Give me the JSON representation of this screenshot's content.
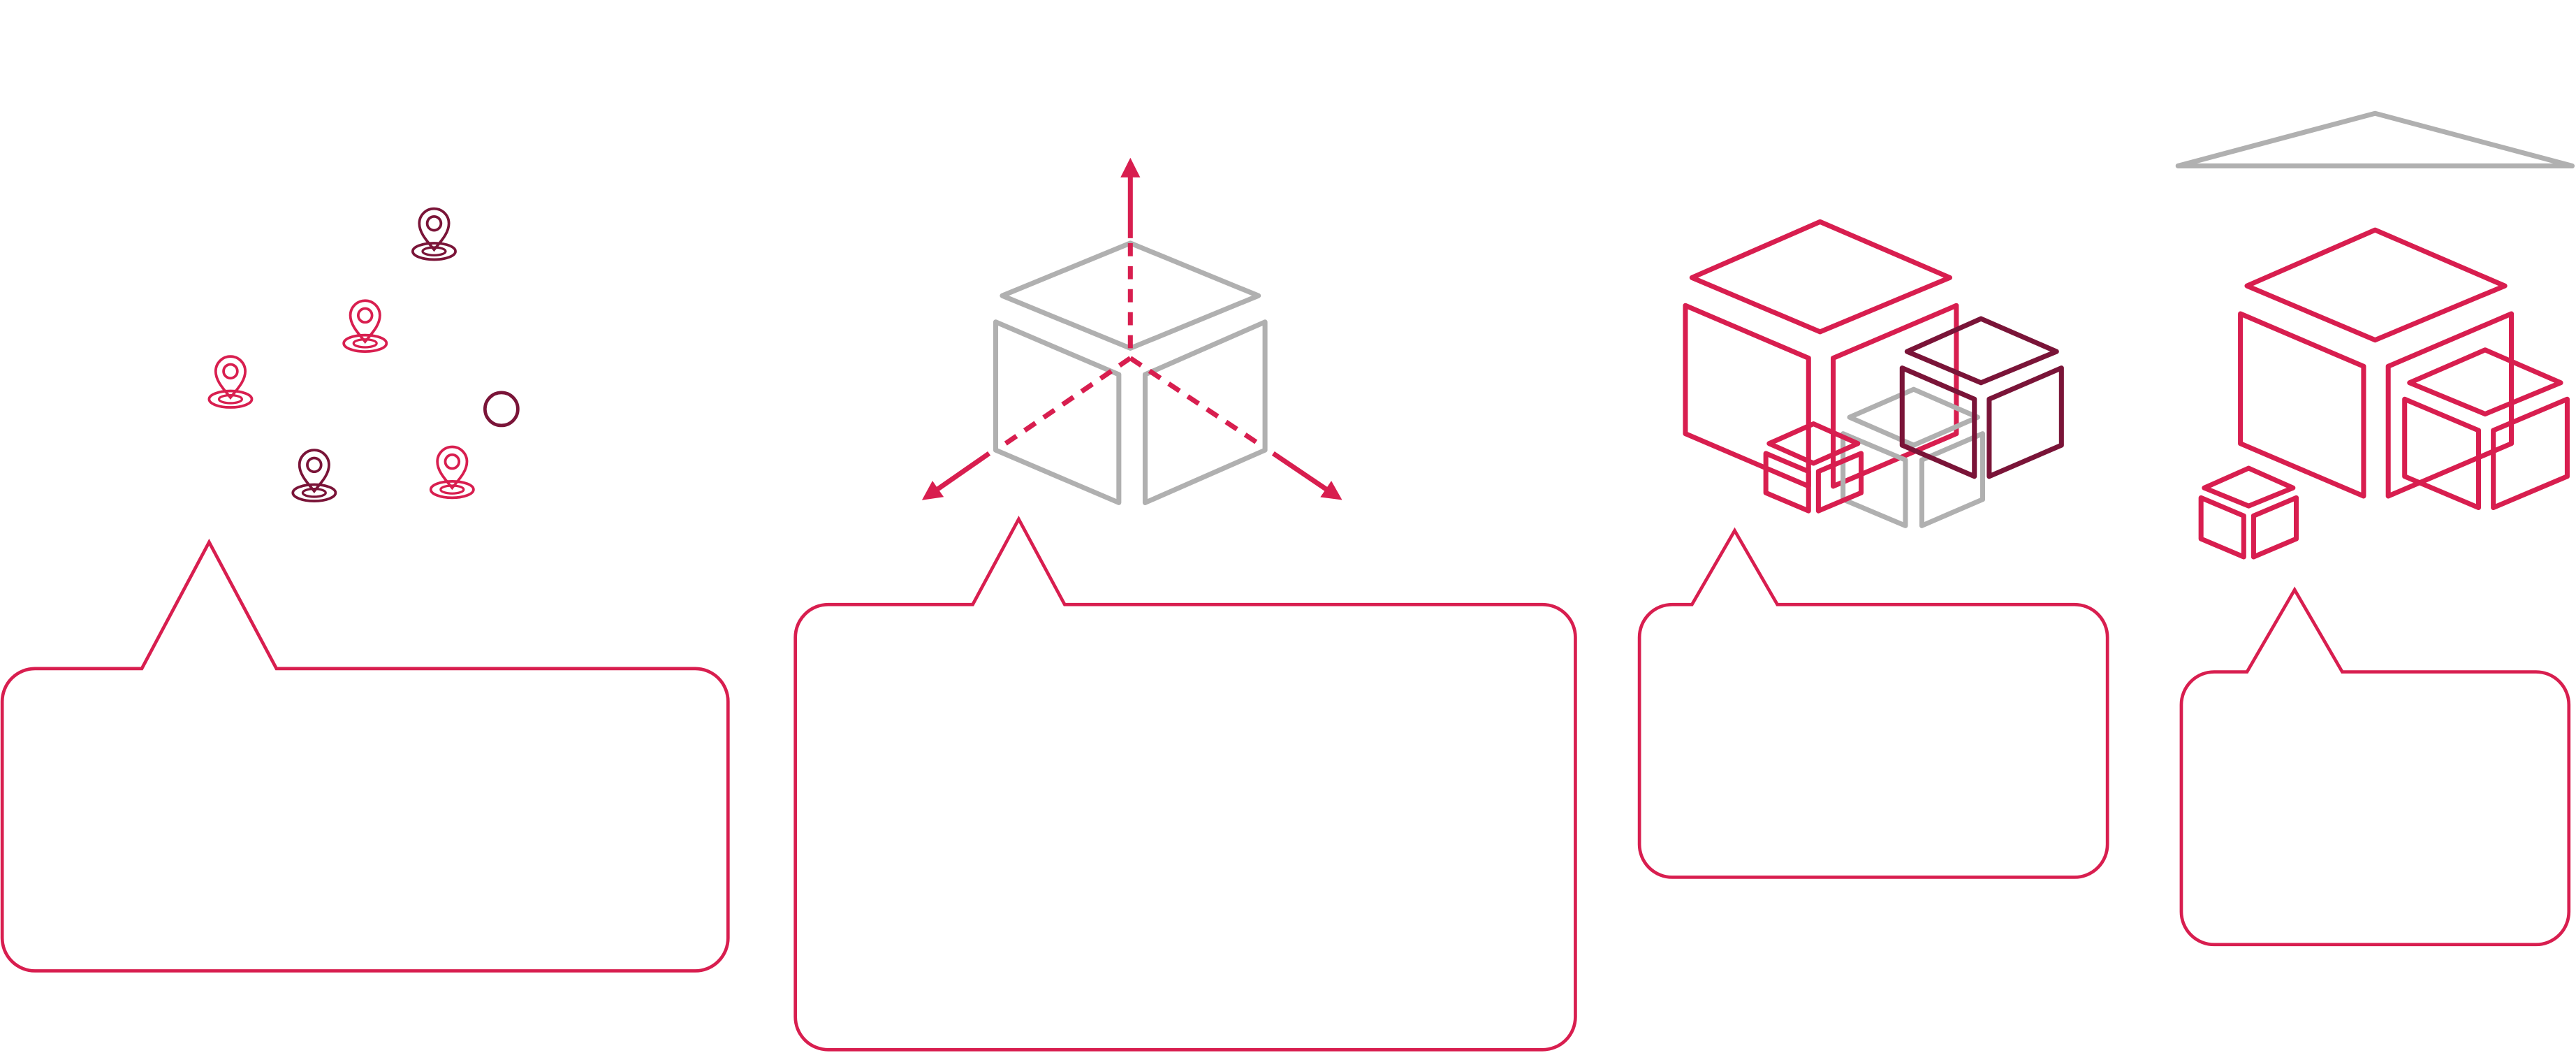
{
  "colors": {
    "accent": "#d81e4f",
    "neutral": "#b0b0b0",
    "dark_accent": "#7a1438",
    "background": "#ffffff"
  },
  "panels": [
    {
      "id": "locations",
      "icon": "location-pins-icon",
      "callout_text": ""
    },
    {
      "id": "axes",
      "icon": "3d-axes-cube-icon",
      "callout_text": ""
    },
    {
      "id": "stacked-cubes",
      "icon": "stacked-cubes-icon",
      "callout_text": ""
    },
    {
      "id": "roofed-cubes",
      "icon": "roofed-cubes-icon",
      "callout_text": ""
    }
  ]
}
